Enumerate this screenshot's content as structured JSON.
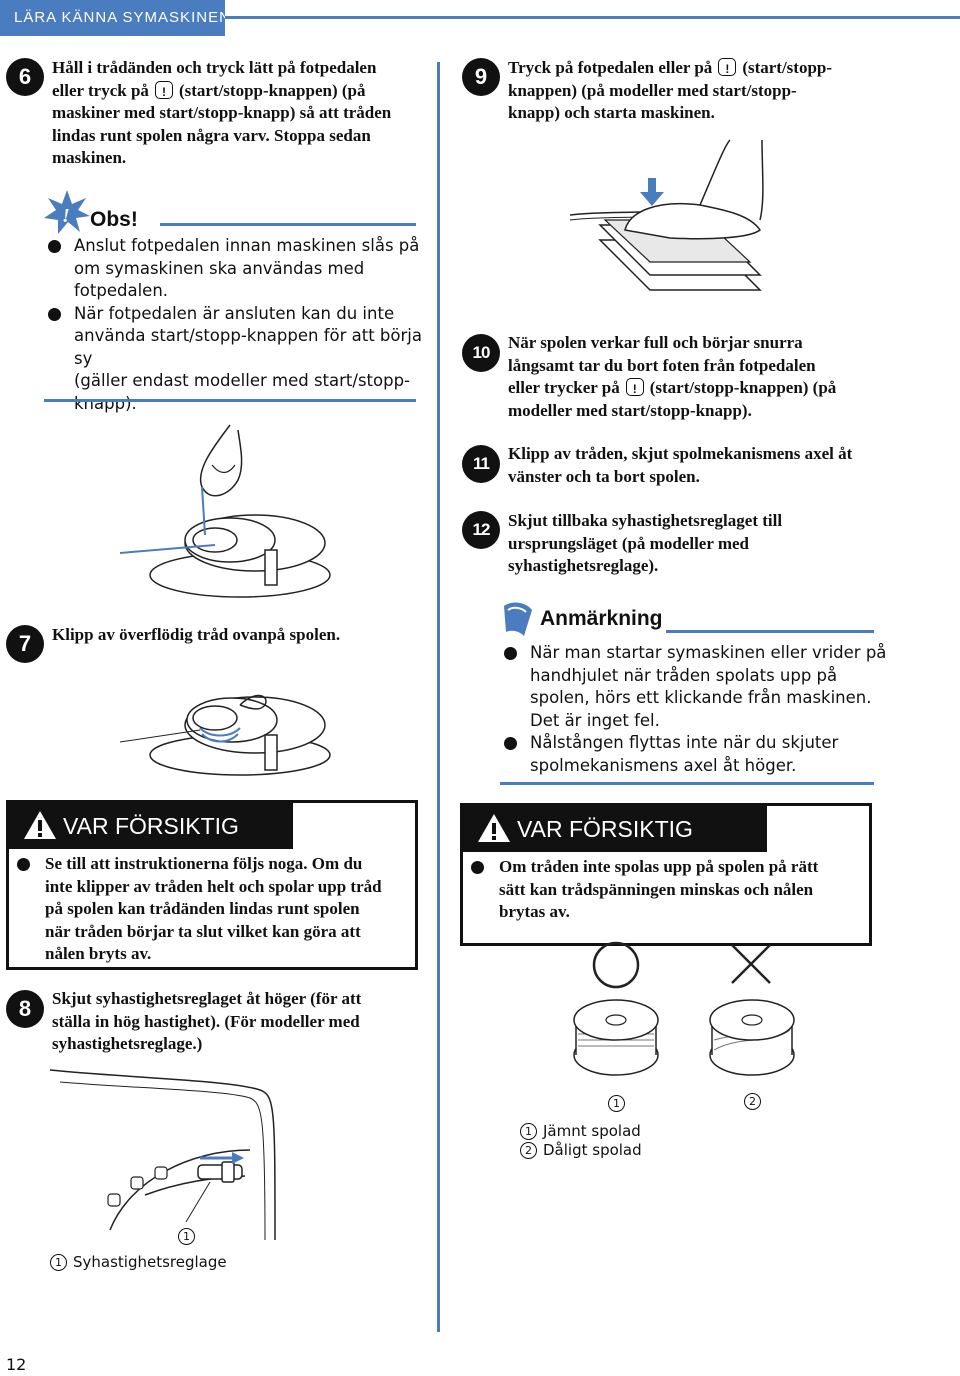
{
  "header": {
    "title": "LÄRA KÄNNA SYMASKINEN"
  },
  "page_number": "12",
  "colors": {
    "accent": "#4a7cc0",
    "text": "#111111",
    "bobbin_blue": "#4a7cc0"
  },
  "steps": {
    "s6": {
      "num": "6",
      "l1": "Håll i trådänden och tryck lätt på fotpedalen",
      "l2a": "eller tryck på",
      "l2b": "(start/stopp-knappen) (på",
      "l3": "maskiner med start/stopp-knapp) så att tråden",
      "l4": "lindas runt spolen några varv. Stoppa sedan",
      "l5": "maskinen."
    },
    "s7": {
      "num": "7",
      "text": "Klipp av överflödig tråd ovanpå spolen."
    },
    "s8": {
      "num": "8",
      "l1": "Skjut syhastighetsreglaget åt höger (för att",
      "l2": "ställa in hög hastighet). (För modeller med",
      "l3": "syhastighetsreglage.)"
    },
    "s9": {
      "num": "9",
      "l1a": "Tryck på fotpedalen eller på",
      "l1b": "(start/stopp-",
      "l2": "knappen) (på modeller med start/stopp-",
      "l3": "knapp) och starta maskinen."
    },
    "s10": {
      "num": "10",
      "l1": "När spolen verkar full och börjar snurra",
      "l2": "långsamt tar du bort foten från fotpedalen",
      "l3a": "eller trycker på",
      "l3b": "(start/stopp-knappen) (på",
      "l4": "modeller med start/stopp-knapp)."
    },
    "s11": {
      "num": "11",
      "l1": "Klipp av tråden, skjut spolmekanismens axel åt",
      "l2": "vänster och ta bort spolen."
    },
    "s12": {
      "num": "12",
      "l1": "Skjut tillbaka syhastighetsreglaget till",
      "l2": "ursprungsläget (på modeller med",
      "l3": "syhastighetsreglage)."
    }
  },
  "obs": {
    "title": "Obs!",
    "b1": [
      "Anslut fotpedalen innan maskinen slås på",
      "om symaskinen ska användas med",
      "fotpedalen."
    ],
    "b2": [
      "När fotpedalen är ansluten kan du inte",
      "använda start/stopp-knappen för att börja sy",
      "(gäller endast modeller med start/stopp-",
      "knapp)."
    ]
  },
  "caution_left": {
    "title": "VAR FÖRSIKTIG",
    "lines": [
      "Se till att instruktionerna följs noga. Om du",
      "inte klipper av tråden helt och spolar upp tråd",
      "på spolen kan trådänden lindas runt spolen",
      "när tråden börjar ta slut vilket kan göra att",
      "nålen bryts av."
    ]
  },
  "caution_right": {
    "title": "VAR FÖRSIKTIG",
    "lines": [
      "Om tråden inte spolas upp på spolen på rätt",
      "sätt kan trådspänningen minskas och nålen",
      "brytas av."
    ]
  },
  "remark": {
    "title": "Anmärkning",
    "b1": [
      "När man startar symaskinen eller vrider på",
      "handhjulet när tråden spolats upp på",
      "spolen, hörs ett klickande från maskinen.",
      "Det är inget fel."
    ],
    "b2": [
      "Nålstången flyttas inte när du skjuter",
      "spolmekanismens axel åt höger."
    ]
  },
  "speed_figure": {
    "callout": "1",
    "caption": "Syhastighetsreglage"
  },
  "bobbin_figure": {
    "callout1": "1",
    "callout2": "2",
    "cap1": "Jämnt spolad",
    "cap2": "Dåligt spolad"
  }
}
